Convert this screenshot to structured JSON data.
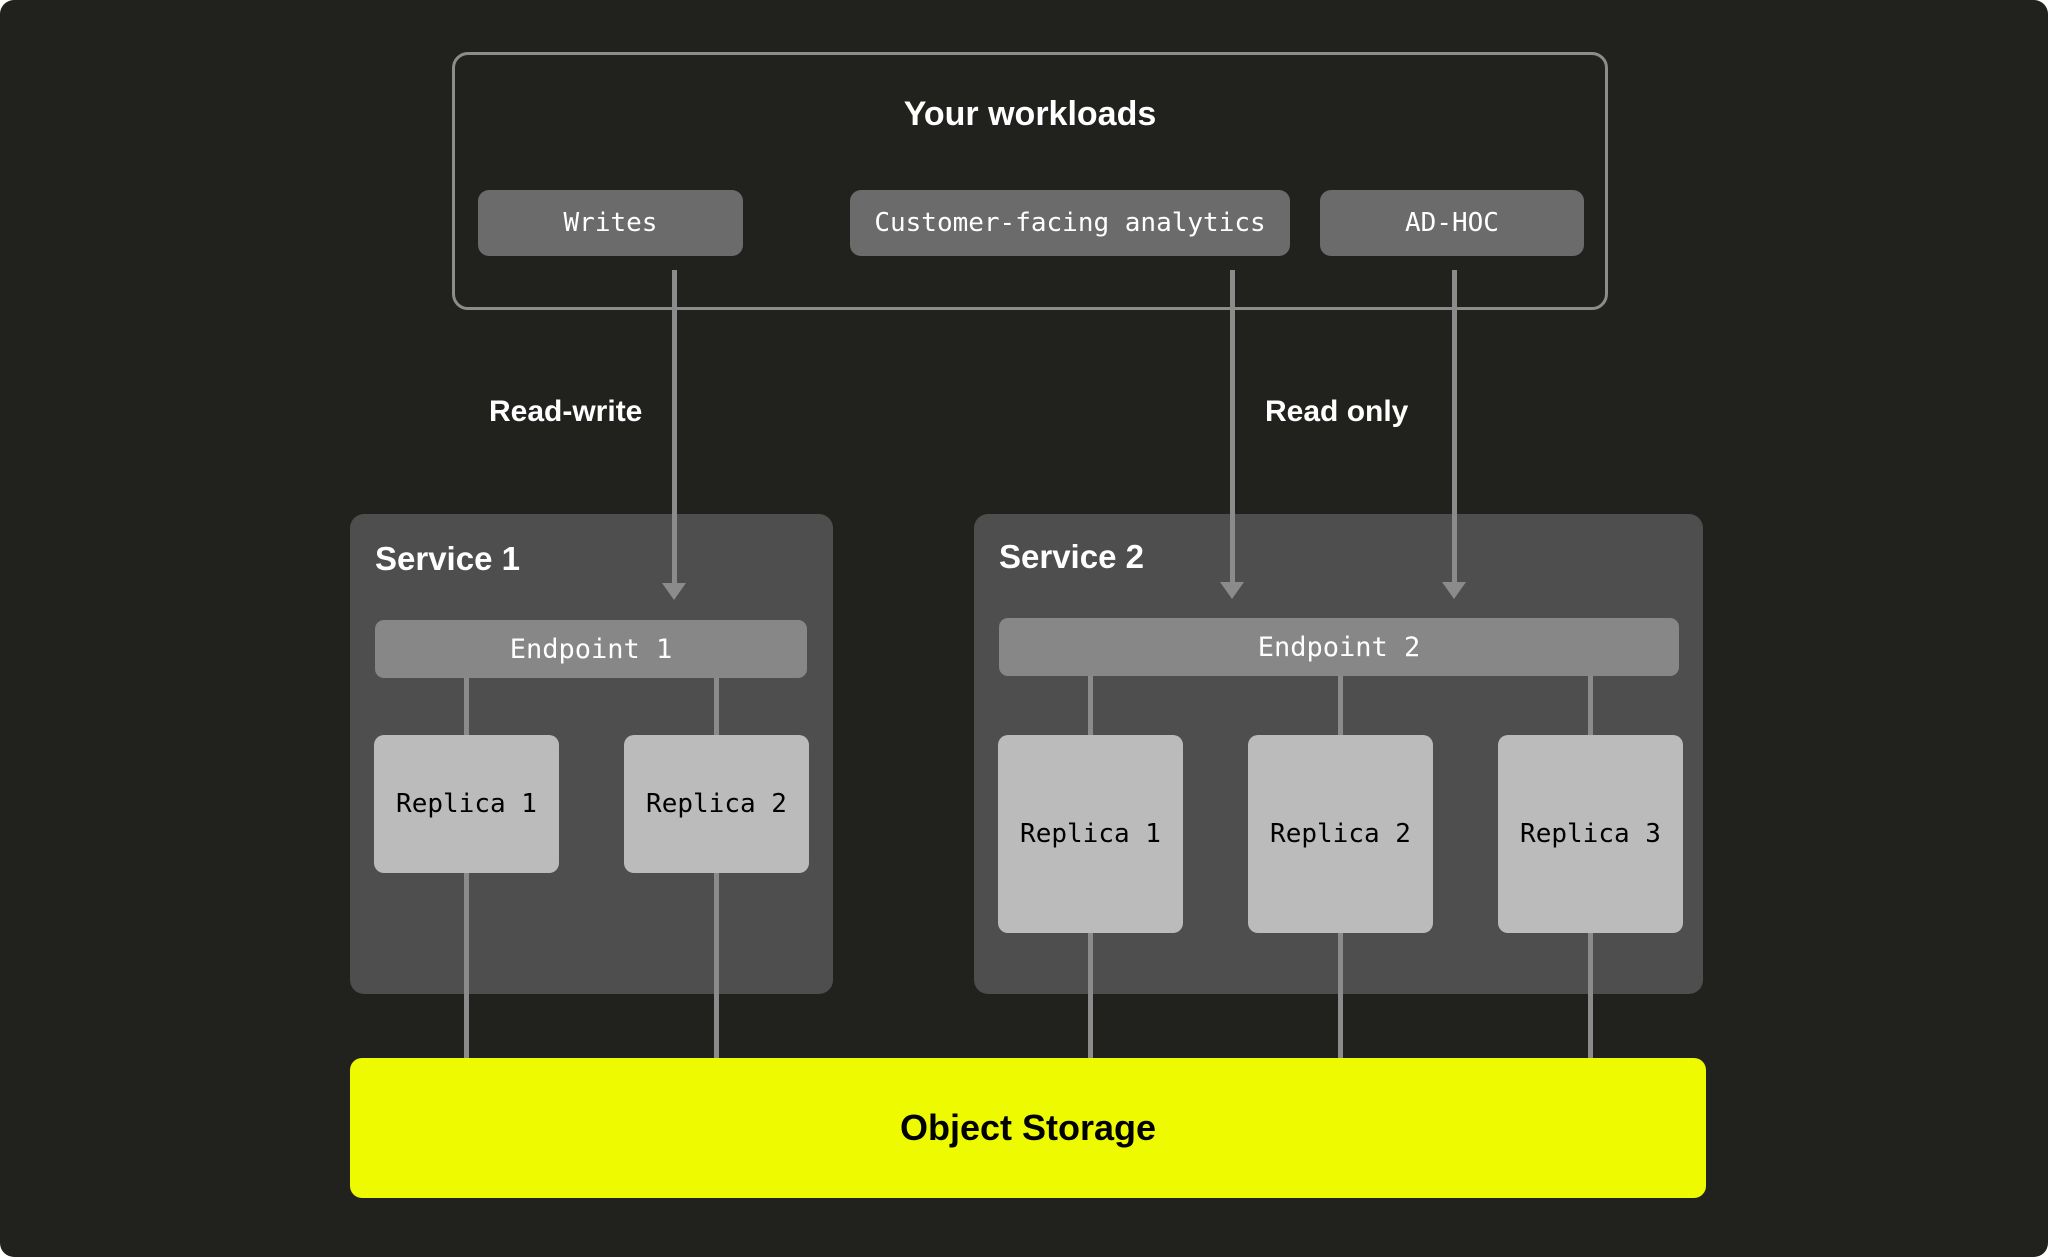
{
  "palette": {
    "page_background": "#21211e",
    "frame_border": "#8c8c8c",
    "workload_chip": "#6b6b6b",
    "service_box": "#4e4e4e",
    "endpoint_bar": "#878787",
    "replica_box": "#bbbbbb",
    "connector": "#8b8b8b",
    "object_storage": "#eefa00",
    "text_light": "#ffffff",
    "text_dark": "#000000"
  },
  "workloads": {
    "title": "Your workloads",
    "chips": [
      {
        "label": "Writes"
      },
      {
        "label": "Customer-facing analytics"
      },
      {
        "label": "AD-HOC"
      }
    ]
  },
  "edge_labels": [
    {
      "label": "Read-write"
    },
    {
      "label": "Read only"
    }
  ],
  "services": [
    {
      "title": "Service 1",
      "endpoint": "Endpoint 1",
      "replicas": [
        {
          "label": "Replica 1"
        },
        {
          "label": "Replica 2"
        }
      ]
    },
    {
      "title": "Service 2",
      "endpoint": "Endpoint 2",
      "replicas": [
        {
          "label": "Replica 1"
        },
        {
          "label": "Replica 2"
        },
        {
          "label": "Replica 3"
        }
      ]
    }
  ],
  "storage": {
    "label": "Object Storage"
  }
}
